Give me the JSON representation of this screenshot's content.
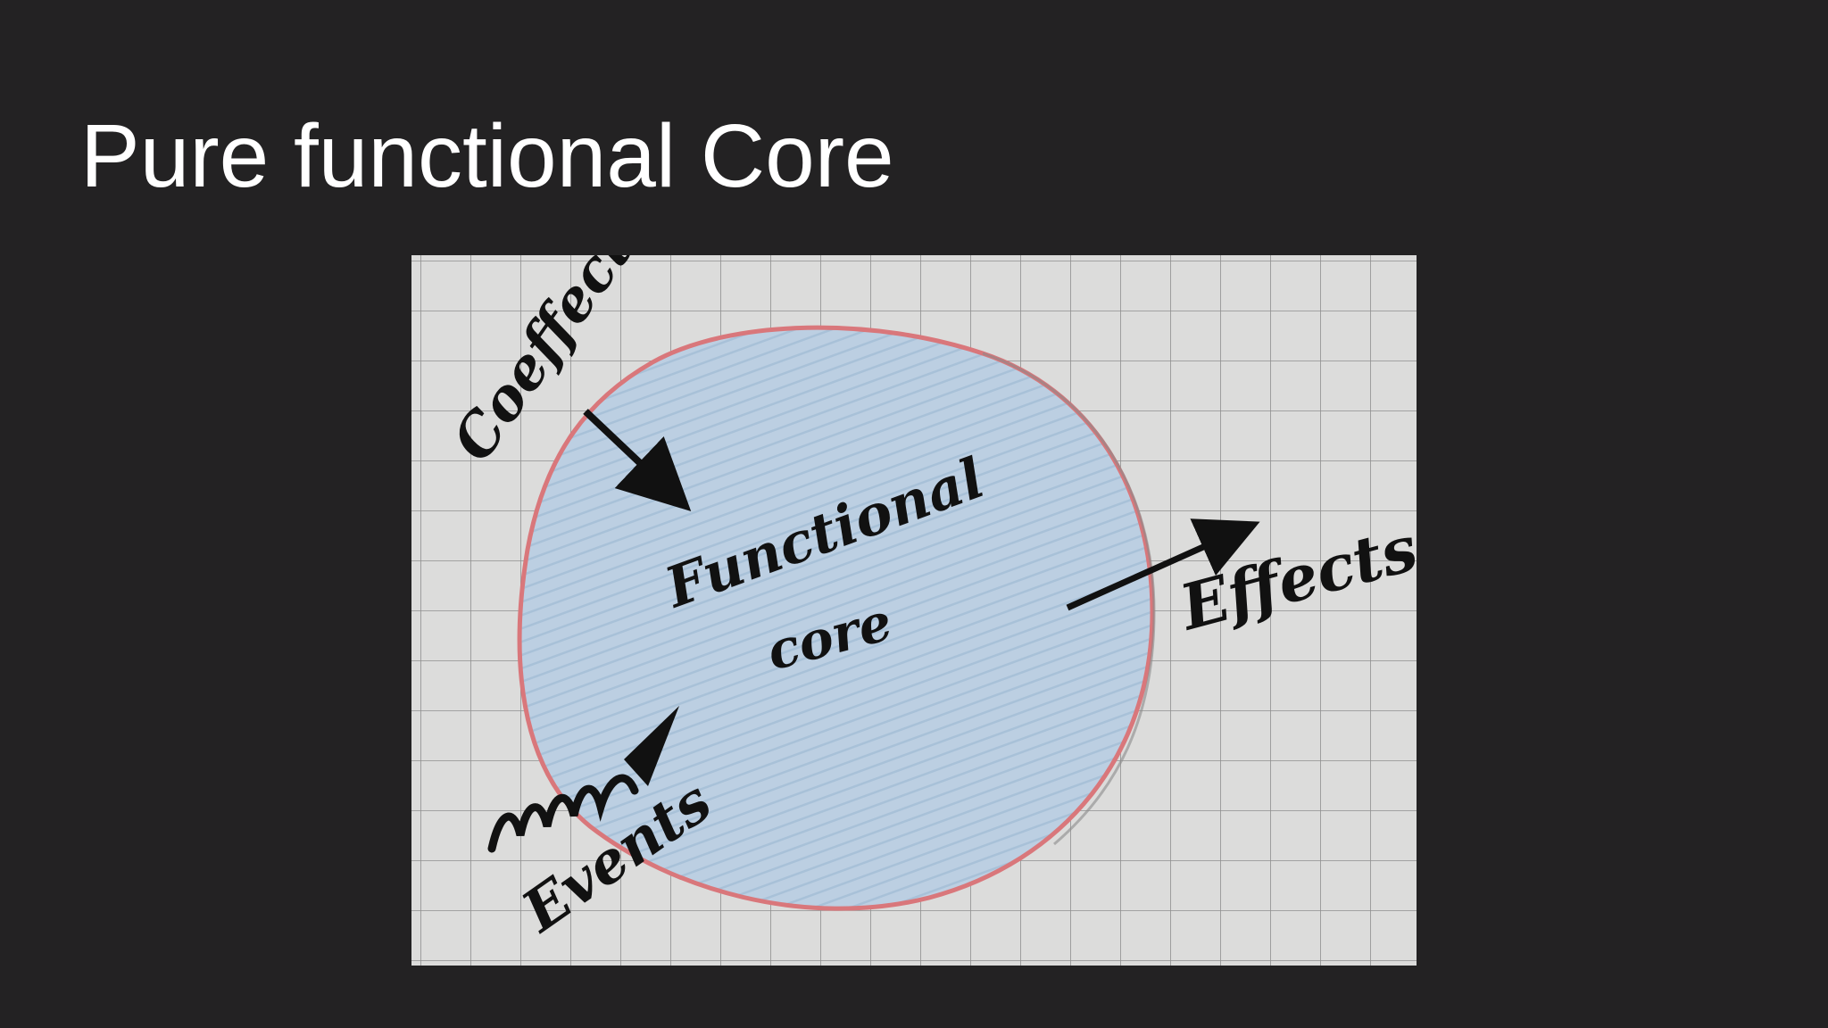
{
  "slide": {
    "title": "Pure functional Core"
  },
  "sketch": {
    "labels": {
      "coeffects": "Coeffects",
      "core_line1": "Functional",
      "core_line2": "core",
      "effects": "Effects",
      "events": "Events"
    },
    "colors": {
      "paper": "#dcdcdb",
      "grid": "#8f8f8f",
      "core_fill": "#b9cde0",
      "core_outline": "#d9777b",
      "ink": "#111111",
      "ink_accent": "#3b3fb0"
    }
  }
}
